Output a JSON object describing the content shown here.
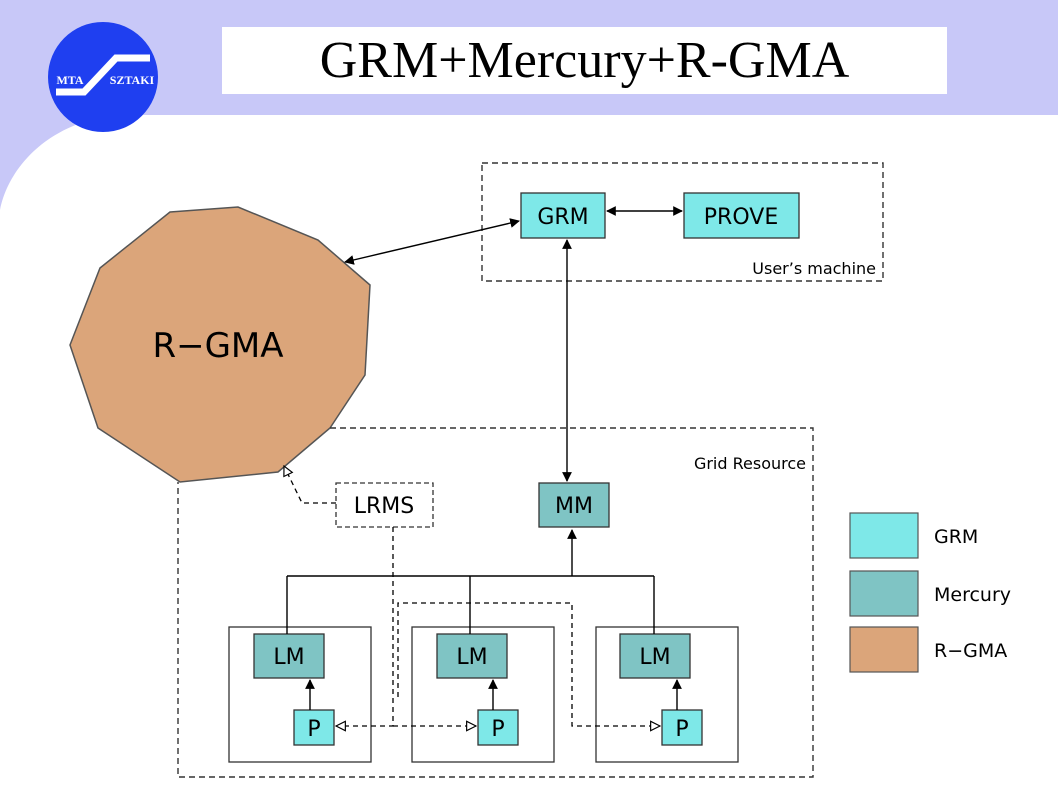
{
  "header": {
    "title": "GRM+Mercury+R-GMA",
    "logo": {
      "left_text": "MTA",
      "right_text": "SZTAKI"
    }
  },
  "colors": {
    "banner": "#c8c8f8",
    "logo": "#1f3ff0",
    "grm": "#7ee8e8",
    "mercury": "#7fc4c4",
    "rgma": "#dba57a"
  },
  "diagram": {
    "rgma_label": "R−GMA",
    "users_machine_label": "User’s machine",
    "grid_resource_label": "Grid Resource",
    "grm": "GRM",
    "prove": "PROVE",
    "mm": "MM",
    "lrms": "LRMS",
    "lm": [
      "LM",
      "LM",
      "LM"
    ],
    "p": [
      "P",
      "P",
      "P"
    ]
  },
  "legend": [
    {
      "label": "GRM",
      "color": "#7ee8e8"
    },
    {
      "label": "Mercury",
      "color": "#7fc4c4"
    },
    {
      "label": "R−GMA",
      "color": "#dba57a"
    }
  ]
}
